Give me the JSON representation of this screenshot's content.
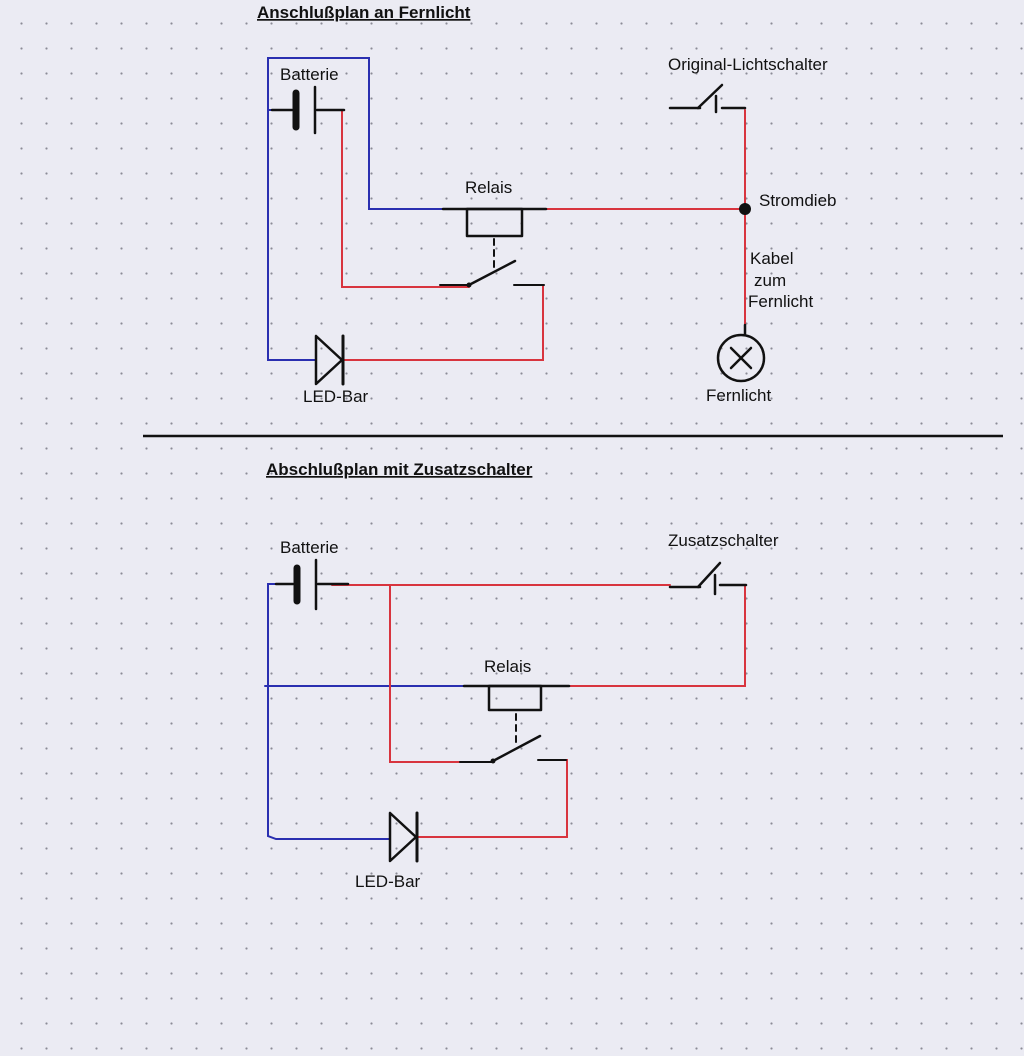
{
  "diagram1": {
    "title": "Anschlußplan an Fernlicht",
    "labels": {
      "battery": "Batterie",
      "relay": "Relais",
      "switch": "Original-Lichtschalter",
      "tap": "Stromdieb",
      "cable": [
        "Kabel",
        "zum",
        "Fernlicht"
      ],
      "lamp": "Fernlicht",
      "led": "LED-Bar"
    }
  },
  "diagram2": {
    "title": "Abschlußplan mit Zusatzschalter",
    "labels": {
      "battery": "Batterie",
      "switch": "Zusatzschalter",
      "relay": "Relais",
      "led": "LED-Bar"
    }
  },
  "colors": {
    "positive_wire": "#d8343e",
    "negative_wire": "#2a2fb0",
    "components": "#111111"
  }
}
